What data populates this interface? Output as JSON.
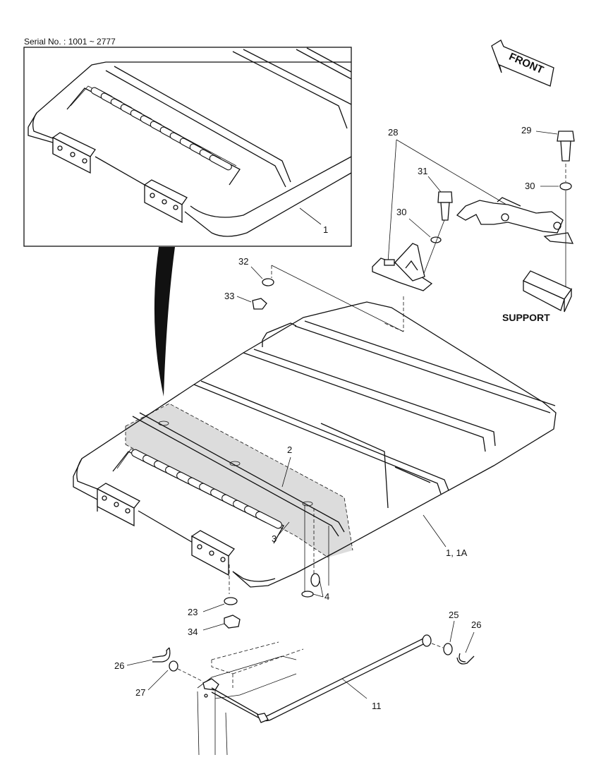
{
  "serial": "Serial No. : 1001 ~ 2777",
  "front": "FRONT",
  "support": "SUPPORT",
  "callouts": {
    "c1": "1",
    "c1_1a": "1, 1A",
    "c2": "2",
    "c3": "3",
    "c4": "4",
    "c11": "11",
    "c23": "23",
    "c25": "25",
    "c26a": "26",
    "c26b": "26",
    "c27": "27",
    "c28": "28",
    "c29": "29",
    "c30a": "30",
    "c30b": "30",
    "c31": "31",
    "c32": "32",
    "c33": "33",
    "c34": "34"
  }
}
